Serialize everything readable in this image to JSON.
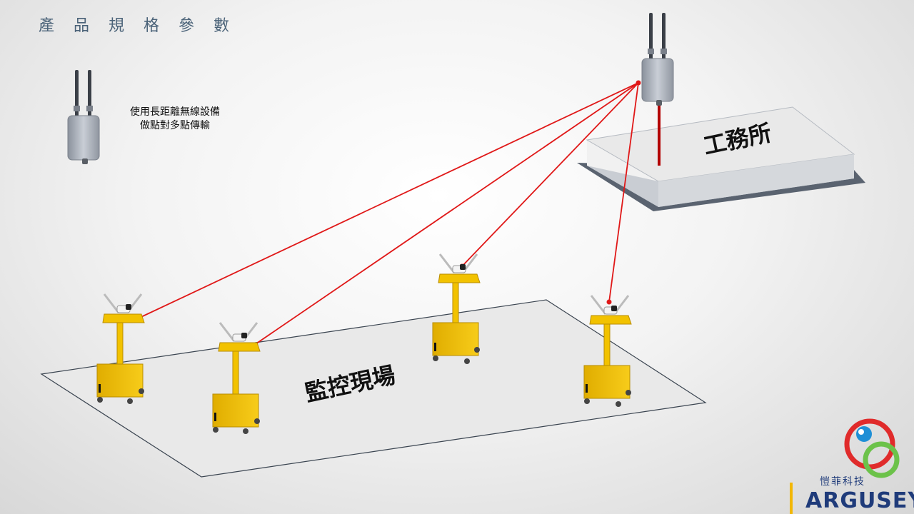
{
  "page": {
    "title": "產 品 規 格 參 數"
  },
  "note": {
    "line1": "使用長距離無線設備",
    "line2": "做點對多點傳輸"
  },
  "labels": {
    "office": "工務所",
    "site": "監控現場"
  },
  "brand": {
    "name_cn": "愷菲科技",
    "name_en": "ARGUSEYE"
  },
  "colors": {
    "link": "#e01818",
    "trailer": "#f2c200",
    "title": "#4a6278",
    "brand": "#1f3b7a"
  },
  "icons": [
    "wireless-ap-icon",
    "camera-trailer-icon",
    "office-building-icon",
    "arguseye-logo-icon"
  ]
}
